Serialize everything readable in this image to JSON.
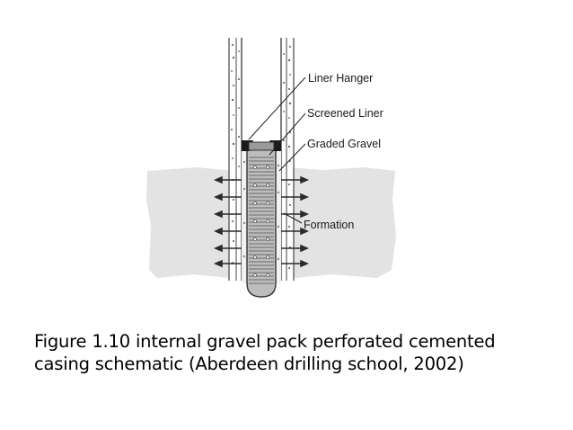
{
  "diagram": {
    "callouts": {
      "liner_hanger": "Liner Hanger",
      "screened_liner": "Screened Liner",
      "graded_gravel": "Graded Gravel",
      "formation": "Formation"
    }
  },
  "caption": {
    "line1": "Figure 1.10 internal gravel pack perforated cemented",
    "line2": "casing schematic (Aberdeen drilling school, 2002)"
  },
  "colors": {
    "formation": "#e3e3e3",
    "casing_wall": "#ffffff",
    "liner": "#bdbdbd",
    "screen_slot": "#6a6a6a",
    "hanger": "#1a1a1a",
    "perforation": "#2b2b2b",
    "text": "#000000"
  }
}
